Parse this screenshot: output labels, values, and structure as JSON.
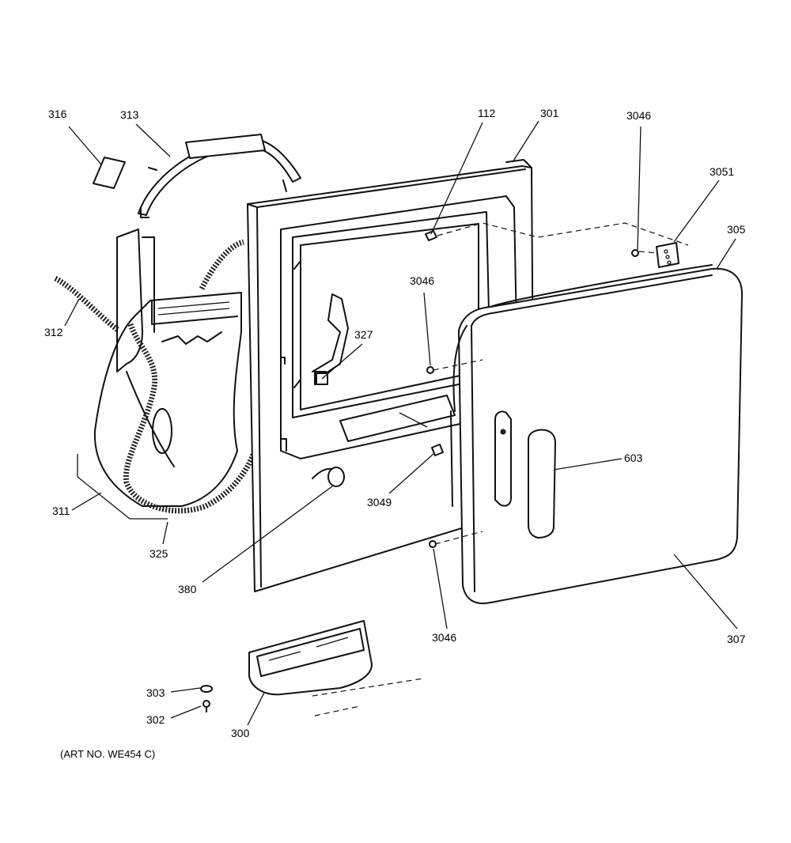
{
  "art_number": "(ART NO. WE454 C)",
  "callouts": {
    "c316": "316",
    "c313": "313",
    "c312": "312",
    "c311": "311",
    "c325": "325",
    "c380": "380",
    "c112": "112",
    "c301": "301",
    "c3046_top": "3046",
    "c3051": "3051",
    "c305": "305",
    "c3046_mid": "3046",
    "c327": "327",
    "c3049": "3049",
    "c603": "603",
    "c3046_bottom": "3046",
    "c307": "307",
    "c303": "303",
    "c302": "302",
    "c300": "300"
  }
}
